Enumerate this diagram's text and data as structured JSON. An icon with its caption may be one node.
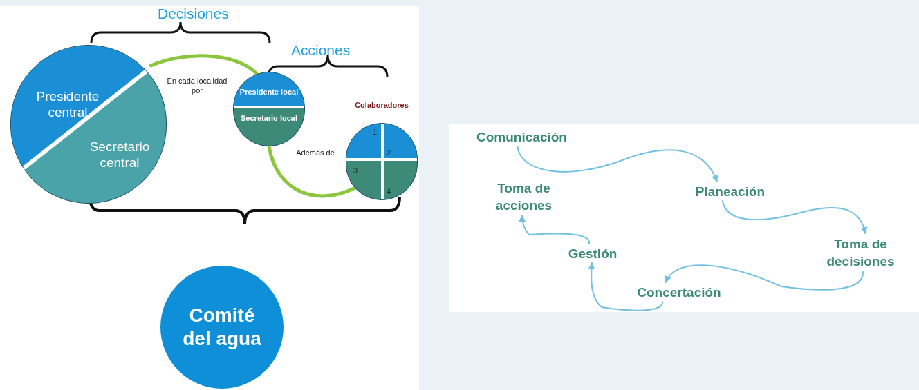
{
  "diagram": {
    "nodes": [
      {
        "text": [
          "Presidente central",
          "Secretario central"
        ]
      },
      {
        "text": [
          "Presidente local",
          "Secretario local"
        ]
      },
      {
        "text": [
          "Colaboradores",
          "1",
          "2",
          "3",
          "4"
        ]
      },
      {
        "text": [
          "Comité del agua"
        ]
      },
      {
        "text": [
          "Comunicación"
        ]
      },
      {
        "text": [
          "Planeación"
        ]
      },
      {
        "text": [
          "Toma de decisiones"
        ]
      },
      {
        "text": [
          "Concertación"
        ]
      },
      {
        "text": [
          "Gestión"
        ]
      },
      {
        "text": [
          "Toma de acciones"
        ]
      }
    ],
    "edges": [
      {
        "from": 0,
        "to": 1,
        "arrow": "none",
        "label": "En cada localidad por",
        "style": "thick",
        "color": "#8cc63f"
      },
      {
        "from": 1,
        "to": 2,
        "arrow": "none",
        "label": "Además de",
        "style": "thick",
        "color": "#8cc63f"
      },
      {
        "from": 4,
        "to": 5,
        "arrow": "to"
      },
      {
        "from": 5,
        "to": 6,
        "arrow": "to"
      },
      {
        "from": 6,
        "to": 7,
        "arrow": "to"
      },
      {
        "from": 7,
        "to": 8,
        "arrow": "to"
      },
      {
        "from": 8,
        "to": 9,
        "arrow": "to"
      }
    ],
    "labels": [
      "Decisiones",
      "Acciones"
    ]
  }
}
